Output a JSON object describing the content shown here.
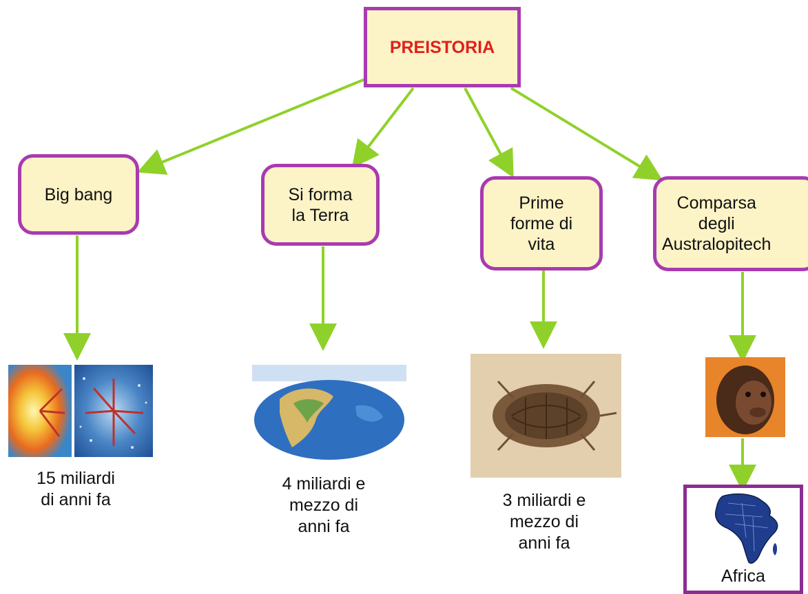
{
  "root": {
    "label": "PREISTORIA",
    "color": "#e0201c"
  },
  "colors": {
    "node_fill": "#fcf3c6",
    "node_border": "#a93ab0",
    "arrow": "#8fd12a"
  },
  "branches": [
    {
      "label": "Big bang",
      "image": "big-bang-explosion-image",
      "caption": "15 miliardi\ndi anni fa"
    },
    {
      "label": "Si forma\nla Terra",
      "image": "earth-map-image",
      "caption": "4 miliardi e\nmezzo di\nanni fa"
    },
    {
      "label": "Prime\nforme di\nvita",
      "image": "fossil-image",
      "caption": "3 miliardi e\nmezzo di\nanni fa"
    },
    {
      "label": "Comparsa\ndegli\nAustralopitech",
      "image": "australopithecus-image",
      "caption": ""
    }
  ],
  "africa": {
    "label": "Africa",
    "image": "africa-map-image"
  }
}
